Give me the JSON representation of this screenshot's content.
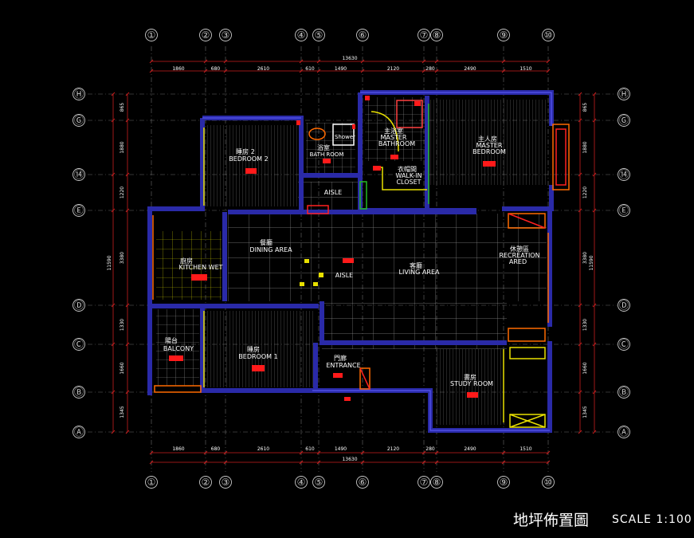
{
  "colors": {
    "background": "#000000",
    "wall": "#2a2aa8",
    "dim_line": "#c81e1e",
    "grid_line": "#777777",
    "tile": "#8a8a8a",
    "accent": "#e8e000",
    "fixture": "#ff1a1a",
    "door": "#e8e000",
    "cabinet": "#ff6a00",
    "green": "#22bb22"
  },
  "grid": {
    "columns": [
      {
        "label": "①"
      },
      {
        "label": "②"
      },
      {
        "label": "③"
      },
      {
        "label": "④"
      },
      {
        "label": "⑤"
      },
      {
        "label": "⑥"
      },
      {
        "label": "⑦"
      },
      {
        "label": "⑧"
      },
      {
        "label": "⑨"
      },
      {
        "label": "⑩"
      }
    ],
    "rows": [
      {
        "label": "Ⓗ"
      },
      {
        "label": "Ⓖ"
      },
      {
        "label": "⑭"
      },
      {
        "label": "Ⓔ"
      },
      {
        "label": "Ⓓ"
      },
      {
        "label": "Ⓒ"
      },
      {
        "label": "Ⓑ"
      },
      {
        "label": "Ⓐ"
      }
    ]
  },
  "dimensions": {
    "top_total": "13630",
    "bottom_total": "13630",
    "top_segments": [
      "1860",
      "680",
      "2610",
      "610",
      "1490",
      "2120",
      "280",
      "2490",
      "1510"
    ],
    "bottom_segments": [
      "1860",
      "680",
      "2610",
      "610",
      "1490",
      "2120",
      "280",
      "2490",
      "1510"
    ],
    "left_segments": [
      "865",
      "1880",
      "1220",
      "3380",
      "1330",
      "1660",
      "1345"
    ],
    "right_segments": [
      "865",
      "1880",
      "1220",
      "3380",
      "1330",
      "1660",
      "1345"
    ],
    "left_total": "11590",
    "right_total": "11590"
  },
  "rooms": [
    {
      "zh": "睡房 2",
      "en": "BEDROOM 2"
    },
    {
      "zh": "浴室",
      "en": "BATH ROOM"
    },
    {
      "zh": "",
      "en": "Shower"
    },
    {
      "zh": "主浴室",
      "en": "MASTER"
    },
    {
      "zh": "",
      "en": "BATHROOM"
    },
    {
      "zh": "主人房",
      "en": "MASTER"
    },
    {
      "zh": "",
      "en": "BEDROOM"
    },
    {
      "zh": "衣帽間",
      "en": "WALK-IN"
    },
    {
      "zh": "",
      "en": "CLOSET"
    },
    {
      "zh": "",
      "en": "AISLE"
    },
    {
      "zh": "餐廳",
      "en": "DINING AREA"
    },
    {
      "zh": "廚房",
      "en": "KITCHEN WET"
    },
    {
      "zh": "",
      "en": "AISLE"
    },
    {
      "zh": "客廳",
      "en": "LIVING AREA"
    },
    {
      "zh": "休憩區",
      "en": "RECREATION"
    },
    {
      "zh": "",
      "en": "ARED"
    },
    {
      "zh": "陽台",
      "en": "BALCONY"
    },
    {
      "zh": "睡房",
      "en": "BEDROOM 1"
    },
    {
      "zh": "門廊",
      "en": "ENTRANCE"
    },
    {
      "zh": "書房",
      "en": "STUDY ROOM"
    }
  ],
  "footer": {
    "title": "地坪佈置圖",
    "scale": "SCALE 1:100"
  }
}
